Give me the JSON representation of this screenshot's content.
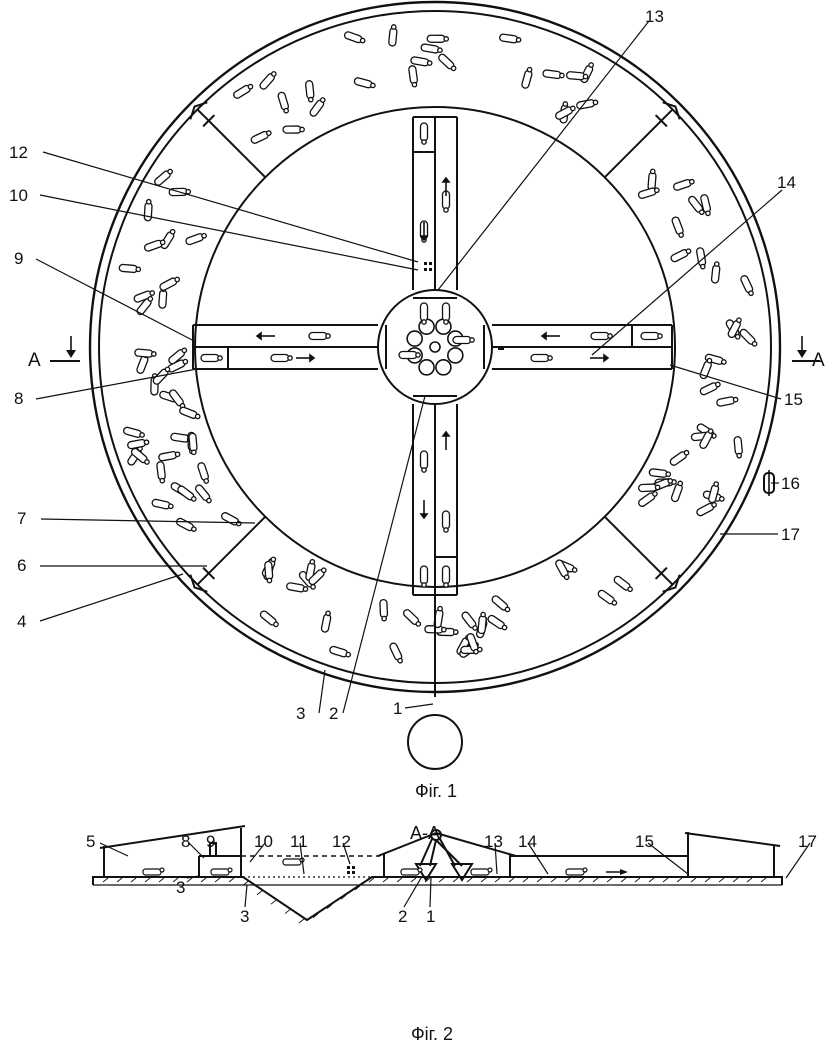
{
  "figure1": {
    "caption": "Фіг. 1",
    "labels": {
      "l1": "1",
      "l2": "2",
      "l3": "3",
      "l4": "4",
      "l6": "6",
      "l7": "7",
      "l8": "8",
      "l9": "9",
      "l10": "10",
      "l12": "12",
      "l13": "13",
      "l14": "14",
      "l15": "15",
      "l16": "16",
      "l17": "17"
    },
    "section_mark_left": "A",
    "section_mark_right": "A"
  },
  "section_title": "А-А",
  "figure2": {
    "caption": "Фіг. 2",
    "labels": {
      "l5": "5",
      "l8": "8",
      "l9": "9",
      "l10": "10",
      "l11": "11",
      "l12": "12",
      "l13": "13",
      "l14": "14",
      "l15": "15",
      "l17": "17",
      "l3a": "3",
      "l3b": "3",
      "l2": "2",
      "l1": "1"
    }
  }
}
